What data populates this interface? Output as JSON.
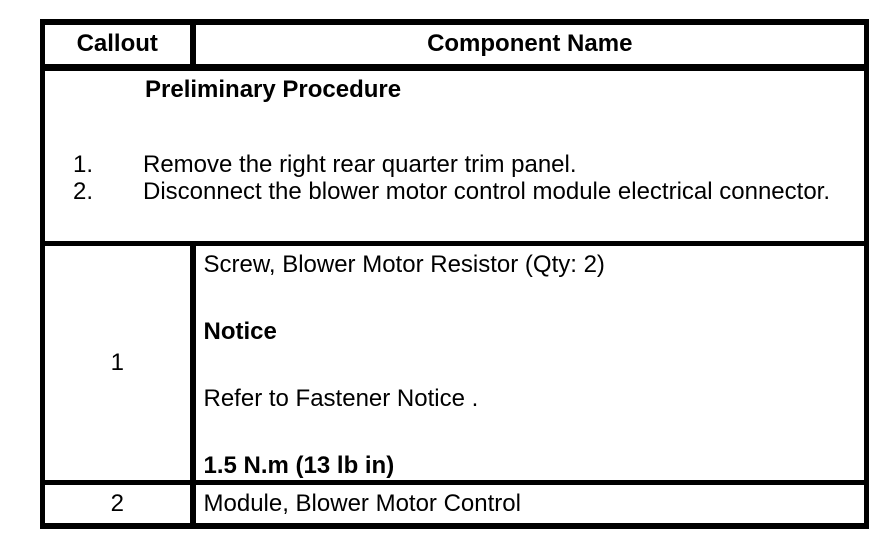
{
  "table": {
    "header": {
      "callout": "Callout",
      "component": "Component Name"
    },
    "preliminary": {
      "heading": "Preliminary Procedure",
      "steps": [
        {
          "num": "1.",
          "text": "Remove the right rear quarter trim panel."
        },
        {
          "num": "2.",
          "text": "Disconnect the blower motor control module electrical connector."
        }
      ]
    },
    "rows": [
      {
        "callout": "1",
        "lines": [
          {
            "text": "Screw, Blower Motor Resistor (Qty: 2)",
            "bold": false
          },
          {
            "text": "Notice",
            "bold": true
          },
          {
            "text": "Refer to Fastener Notice .",
            "bold": false
          },
          {
            "text": "1.5 N.m (13 lb in)",
            "bold": true
          }
        ]
      },
      {
        "callout": "2",
        "lines": [
          {
            "text": "Module, Blower Motor Control",
            "bold": false
          }
        ]
      }
    ],
    "colors": {
      "border": "#000000",
      "background": "#ffffff",
      "text": "#000000"
    }
  }
}
